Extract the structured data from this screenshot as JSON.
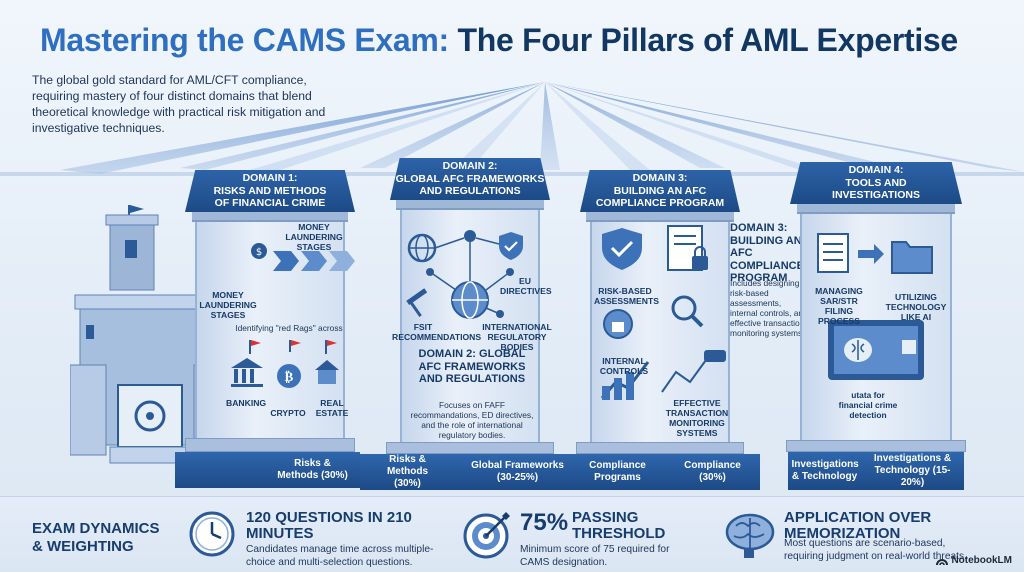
{
  "title": {
    "part1": "Mastering the CAMS Exam:",
    "part2": "The Four Pillars of AML Expertise"
  },
  "intro": "The global gold standard for AML/CFT compliance, requiring mastery of four distinct domains that blend theoretical knowledge with practical risk mitigation and investigative techniques.",
  "domains": [
    {
      "header": [
        "DOMAIN 1:",
        "RISKS AND METHODS",
        "OF FINANCIAL CRIME"
      ],
      "labels": {
        "ml_stages_top": "MONEY LAUNDERING STAGES",
        "ml_stages_left": "MONEY LAUNDERING STAGES",
        "red_flags": "Identifying \"red Rags\" across",
        "banking": "BANKING",
        "crypto": "CRYPTO",
        "real_estate": "REAL ESTATE"
      },
      "base": "Risks & Methods (30%)"
    },
    {
      "header": [
        "DOMAIN 2:",
        "GLOBAL AFC FRAMEWORKS",
        "AND REGULATIONS"
      ],
      "labels": {
        "eu": "EU DIRECTIVES",
        "fsit": "FSIT RECOMMENDATIONS",
        "intl": "INTERNATIONAL REGULATORY BODIES",
        "title": "DOMAIN 2: GLOBAL AFC FRAMEWORKS AND REGULATIONS",
        "desc": "Focuses on FAFF recommandations, ED directives, and the role of international regulatory bodies."
      },
      "base_left": "Risks & Methods (30%)",
      "base_right": "Global Frameworks (30-25%)"
    },
    {
      "header": [
        "DOMAIN 3:",
        "BUILDING AN AFC",
        "COMPLIANCE PROGRAM"
      ],
      "labels": {
        "risk": "RISK-BASED ASSESSMENTS",
        "internal": "INTERNAL CONTROLS",
        "effective": "EFFECTIVE TRANSACTION MONITORING SYSTEMS",
        "side_title": "DOMAIN 3: BUILDING AN AFC COMPLIANCE PROGRAM",
        "side_desc": "Includes designing risk-based assessments, internal controls, and effective transaction monitoring systems."
      },
      "base_left": "Compliance Programs",
      "base_right": "Compliance (30%)"
    },
    {
      "header": [
        "DOMAIN 4:",
        "TOOLS AND",
        "INVESTIGATIONS"
      ],
      "labels": {
        "sar": "MANAGING SAR/STR FILING PROCESS",
        "tech": "UTILIZING TECHNOLOGY LIKE AI",
        "utata": "utata for financial crime detection"
      },
      "base_left": "Investigations & Technology",
      "base_right": "Investigations & Technology (15-20%)"
    }
  ],
  "bottom": {
    "heading": "EXAM DYNAMICS & WEIGHTING",
    "stats": [
      {
        "icon": "clock-icon",
        "head": "120 QUESTIONS IN 210 MINUTES",
        "desc": "Candidates manage time across multiple-choice and multi-selection questions."
      },
      {
        "icon": "target-icon",
        "big": "75%",
        "head": "PASSING THRESHOLD",
        "desc": "Minimum score of 75 required for CAMS designation."
      },
      {
        "icon": "brain-icon",
        "head": "APPLICATION OVER MEMORIZATION",
        "desc": "Most questions are scenario-based, requiring judgment on real-world threats."
      }
    ]
  },
  "brand": "NotebookLM",
  "colors": {
    "accent": "#2f6fc0",
    "navy": "#173d6e",
    "header": "#1c4a86"
  }
}
